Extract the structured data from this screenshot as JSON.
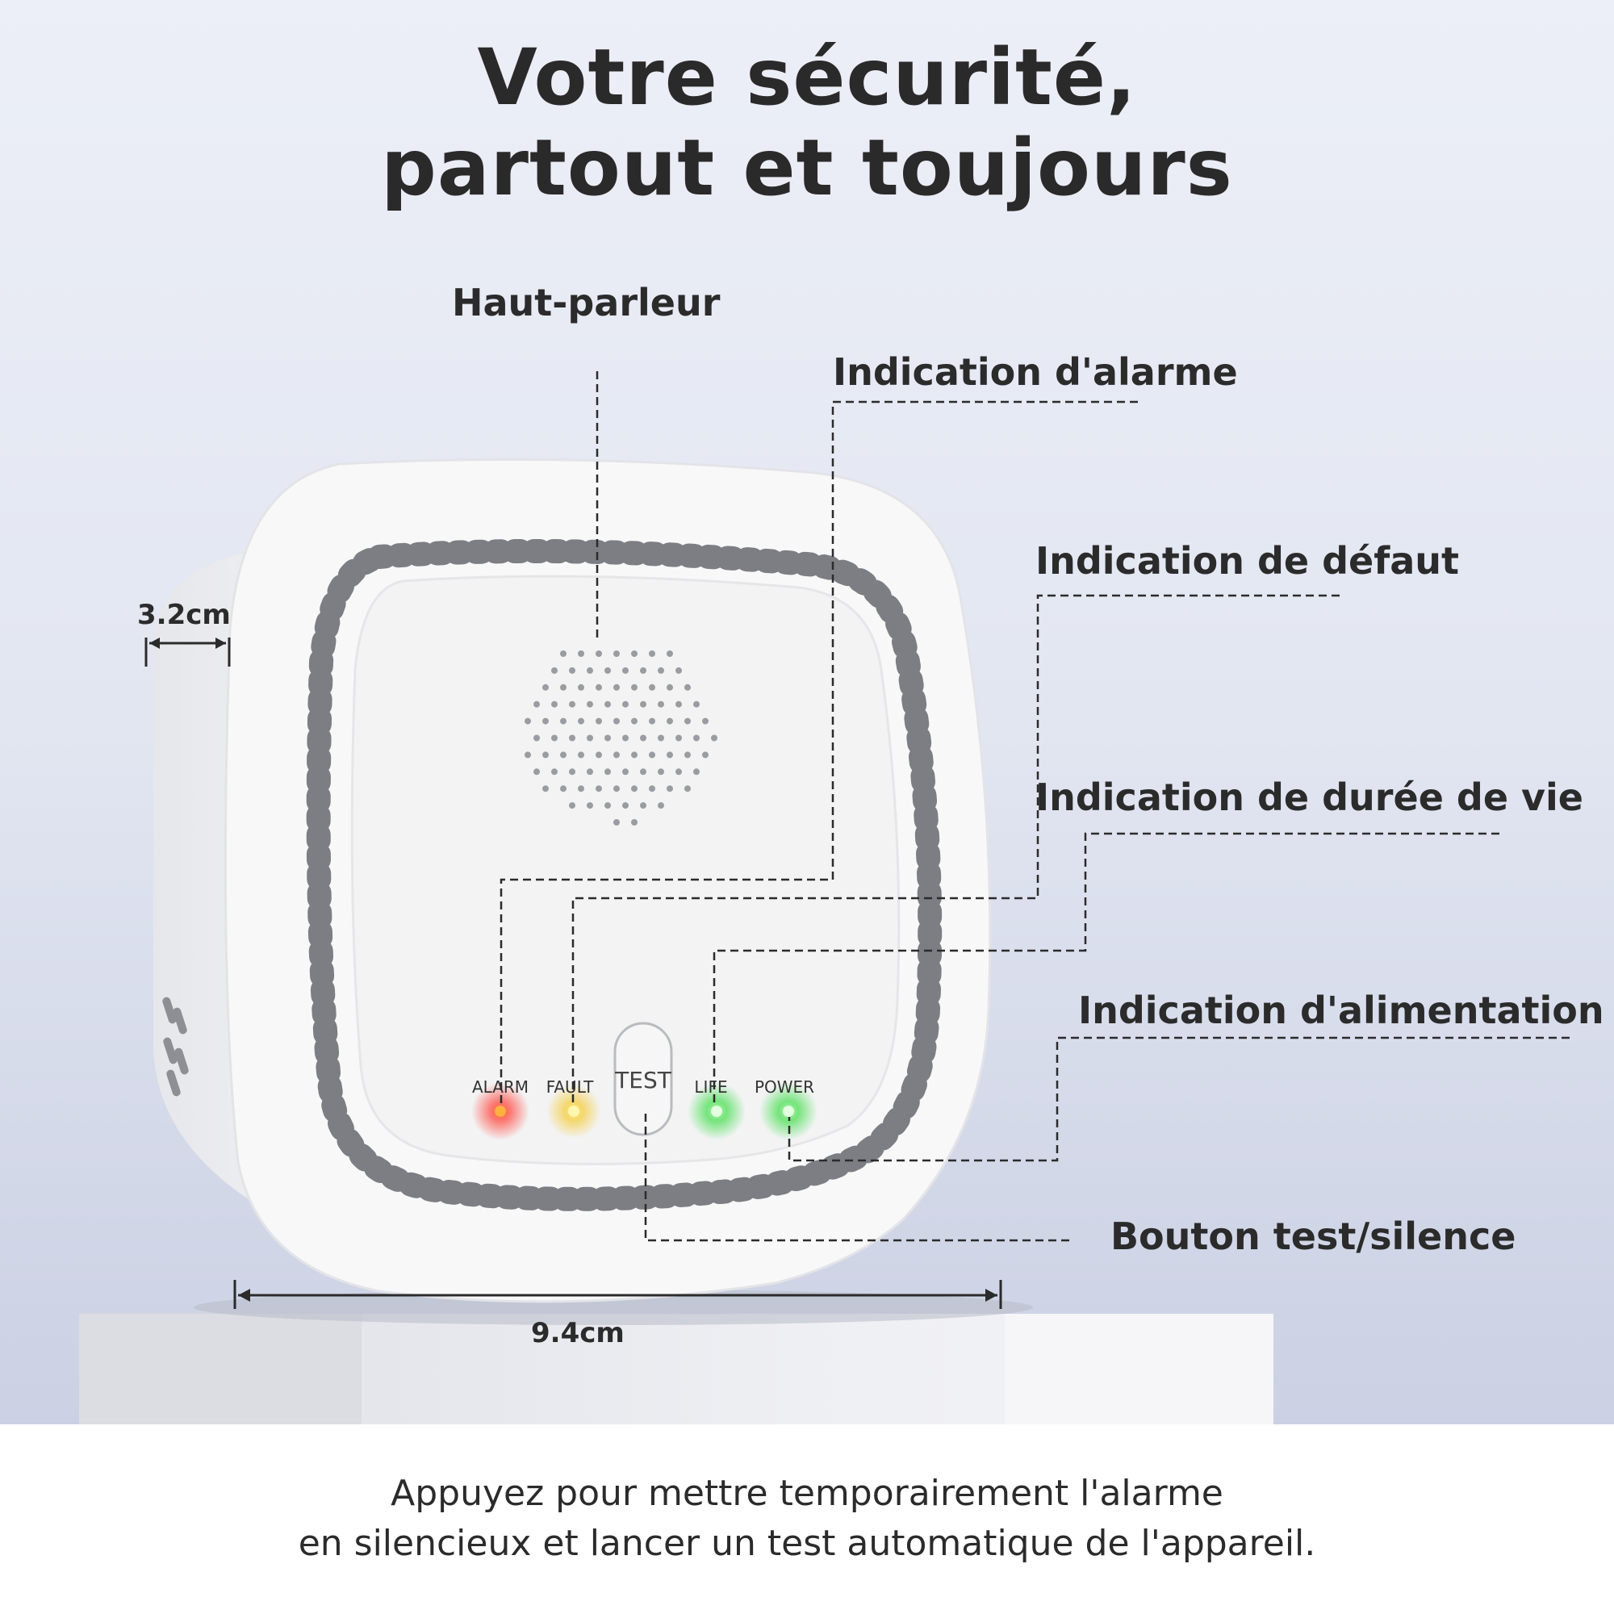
{
  "title": {
    "line1": "Votre sécurité,",
    "line2": "partout et toujours"
  },
  "callouts": {
    "speaker": "Haut-parleur",
    "alarm": "Indication d'alarme",
    "fault": "Indication de défaut",
    "life": "Indication de durée de vie",
    "power": "Indication d'alimentation",
    "test_button": "Bouton test/silence"
  },
  "dimensions": {
    "depth": "3.2cm",
    "width": "9.4cm"
  },
  "device": {
    "leds": [
      {
        "label": "ALARM",
        "color": "#e8332a"
      },
      {
        "label": "FAULT",
        "color": "#f2d21e"
      },
      {
        "label": "LIFE",
        "color": "#3bd84a"
      },
      {
        "label": "POWER",
        "color": "#3bd84a"
      }
    ],
    "button_label": "TEST",
    "body_color": "#f7f7f8"
  },
  "footer": {
    "line1": "Appuyez pour mettre temporairement l'alarme",
    "line2": "en silencieux et lancer un test automatique de l'appareil."
  }
}
